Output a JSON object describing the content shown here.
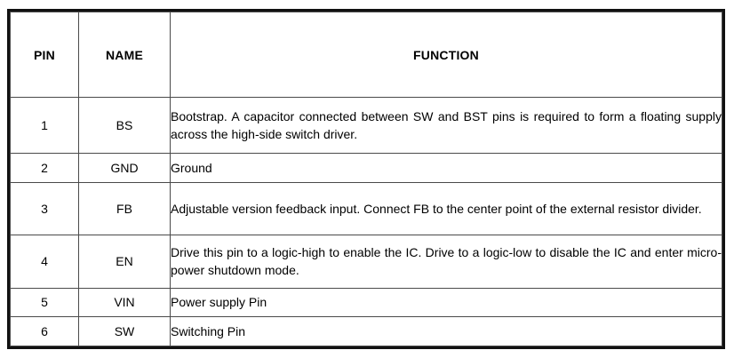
{
  "table": {
    "caption_visible": false,
    "columns": [
      {
        "key": "pin",
        "label": "PIN"
      },
      {
        "key": "name",
        "label": "NAME"
      },
      {
        "key": "func",
        "label": "FUNCTION"
      }
    ],
    "rows": [
      {
        "pin": "1",
        "name": "BS",
        "func": "Bootstrap. A capacitor connected between SW and BST pins is required to form a floating supply across the high-side switch driver.",
        "lines": 2
      },
      {
        "pin": "2",
        "name": "GND",
        "func": "Ground",
        "lines": 1
      },
      {
        "pin": "3",
        "name": "FB",
        "func": "Adjustable version feedback input. Connect FB to the center point of the external resistor divider.",
        "lines": 2
      },
      {
        "pin": "4",
        "name": "EN",
        "func": "Drive this pin to a logic-high to enable the IC. Drive to a logic-low to disable the IC and enter micro-power shutdown mode.",
        "lines": 2
      },
      {
        "pin": "5",
        "name": "VIN",
        "func": "Power supply Pin",
        "lines": 1
      },
      {
        "pin": "6",
        "name": "SW",
        "func": "Switching Pin",
        "lines": 1
      }
    ]
  },
  "colors": {
    "page_background": "#ffffff",
    "text": "#000000",
    "outer_border": "#111111",
    "inner_border": "#4a4a4a"
  }
}
